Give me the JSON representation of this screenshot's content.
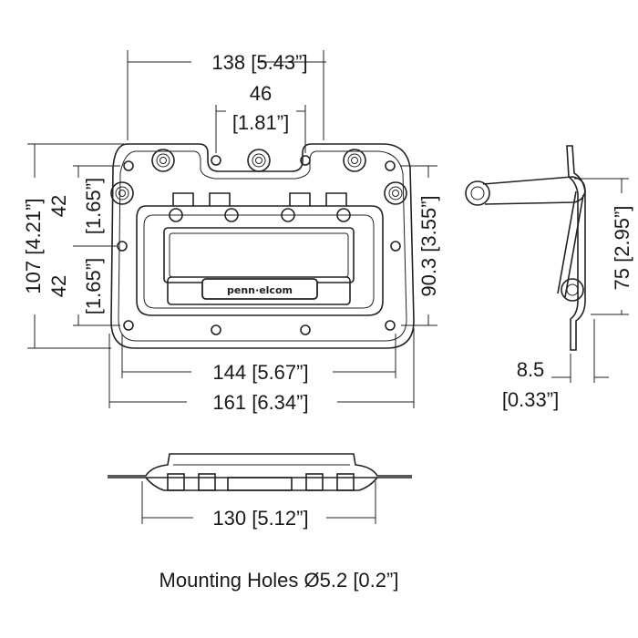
{
  "dimensions": {
    "width_top": "138 [5.43”]",
    "hole_spacing_a": "46",
    "hole_spacing_b": "[1.81”]",
    "height_total": "107 [4.21”]",
    "upper_a": "42",
    "upper_b": "[1.65”]",
    "lower_a": "42",
    "lower_b": "[1.65”]",
    "right_height": "90.3 [3.55”]",
    "inner_width": "144 [5.67”]",
    "overall_width": "161 [6.34”]",
    "side_height": "75 [2.95”]",
    "depth_a": "8.5",
    "depth_b": "[0.33”]",
    "bottom_width": "130 [5.12”]"
  },
  "logo_text": "penn·elcom",
  "caption": "Mounting Holes Ø5.2 [0.2”]"
}
